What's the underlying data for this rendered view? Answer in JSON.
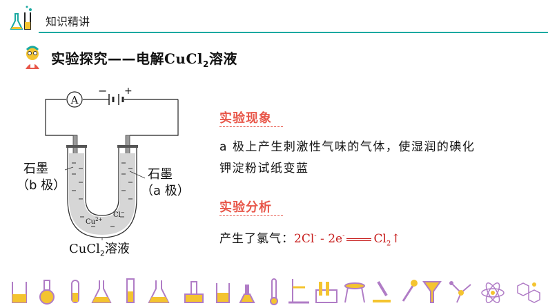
{
  "header": {
    "title": "知识精讲"
  },
  "section": {
    "title_prefix": "实验探究——电解",
    "formula_main": "CuCl",
    "formula_sub": "2",
    "title_suffix": "溶液"
  },
  "diagram": {
    "ammeter": "A",
    "minus": "−",
    "plus": "+",
    "left_electrode_l1": "石墨",
    "left_electrode_l2": "（b 极）",
    "right_electrode_l1": "石墨",
    "right_electrode_l2": "（a 极）",
    "cu_ion": "Cu",
    "cu_charge": "2+",
    "cl_ion": "Cl",
    "cl_charge": "−",
    "solution_formula": "CuCl",
    "solution_sub": "2",
    "solution_suffix": "溶液"
  },
  "phenomenon": {
    "heading": "实验现象",
    "line1": "a 极上产生刺激性气味的气体，使湿润的碘化",
    "line2": "钾淀粉试纸变蓝"
  },
  "analysis": {
    "heading": "实验分析",
    "prefix": "产生了氯气：",
    "eq_a": "2Cl",
    "eq_a_sup": "-",
    "eq_b": " - 2e",
    "eq_b_sup": "-",
    "eq_c": "Cl",
    "eq_c_sub": "2",
    "eq_arrow": "↑"
  },
  "colors": {
    "accent": "#1aa9a1",
    "heading": "#e8574a",
    "equation": "#c8201f",
    "footer_purple": "#b07cc6",
    "footer_yellow": "#f4c430"
  }
}
